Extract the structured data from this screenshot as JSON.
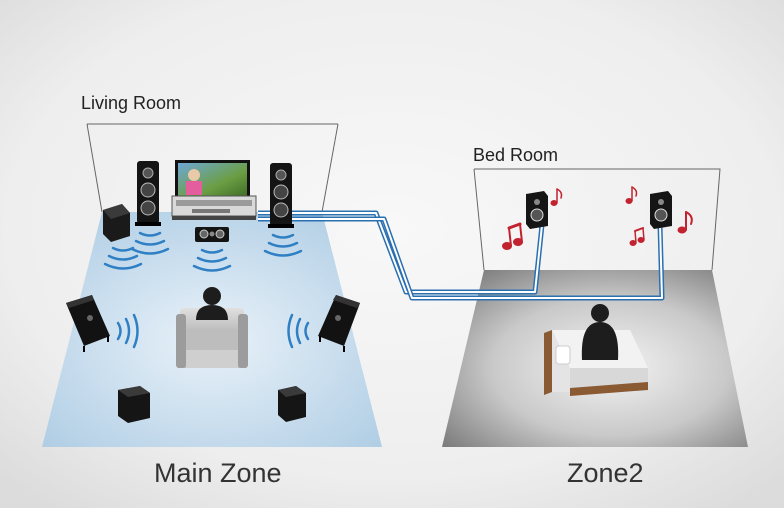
{
  "diagram": {
    "rooms": {
      "living_room": "Living Room",
      "bed_room": "Bed Room"
    },
    "zones": {
      "main": "Main Zone",
      "zone2": "Zone2"
    }
  },
  "colors": {
    "main_floor": "#c8dcec",
    "zone2_floor": "#8e8e8e",
    "cable": "#2a6fb0",
    "sound_wave": "#2f7fc4",
    "music_note": "#c2232e",
    "speaker": "#141414"
  },
  "icons": [
    "speaker-icon",
    "subwoofer-icon",
    "tv-icon",
    "av-receiver-icon",
    "sofa-icon",
    "listener-icon",
    "bed-icon",
    "music-note-icon",
    "sound-wave-icon"
  ]
}
